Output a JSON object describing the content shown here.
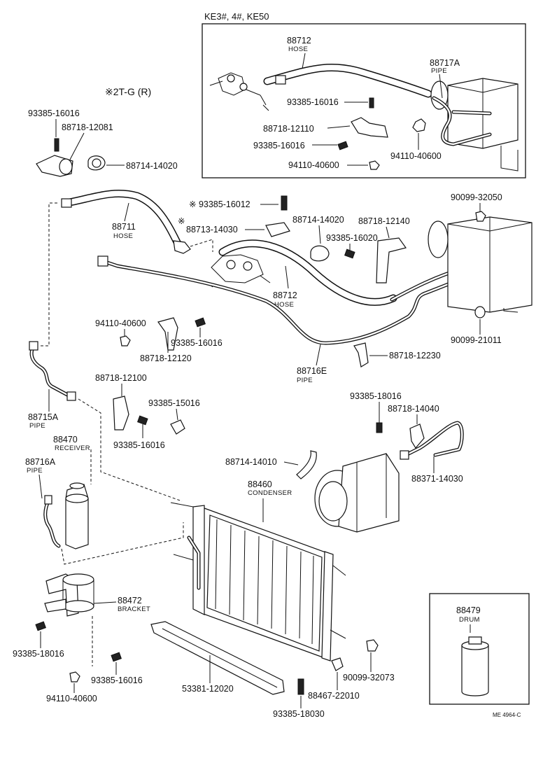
{
  "insets": {
    "ke": {
      "header": "KE3#, 4#, KE50",
      "labels": {
        "p88712_no": "88712",
        "p88712_nm": "HOSE",
        "p88717a_no": "88717A",
        "p88717a_nm": "PIPE",
        "b1": "93385-16016",
        "c1": "88718-12110",
        "b2": "93385-16016",
        "n1": "94110-40600",
        "n2": "94110-40600"
      }
    },
    "drum": {
      "no": "88479",
      "nm": "DRUM"
    }
  },
  "variant_note": "※2T-G (R)",
  "labels": {
    "l01": "93385-16016",
    "l02": "88718-12081",
    "l03": "88714-14020",
    "l04": "※ 93385-16012",
    "l05": "※",
    "l06": "88713-14030",
    "l07_no": "88711",
    "l07_nm": "HOSE",
    "l08": "88714-14020",
    "l09": "88718-12140",
    "l10": "93385-16020",
    "l11": "90099-32050",
    "l12_no": "88712",
    "l12_nm": "HOSE",
    "l13": "94110-40600",
    "l14": "93385-16016",
    "l15": "88718-12120",
    "l16": "90099-21011",
    "l17": "88718-12230",
    "l18_no": "88716E",
    "l18_nm": "PIPE",
    "l19": "88718-12100",
    "l20": "93385-15016",
    "l21": "93385-16016",
    "l22_no": "88715A",
    "l22_nm": "PIPE",
    "l23_no": "88470",
    "l23_nm": "RECEIVER",
    "l24_no": "88716A",
    "l24_nm": "PIPE",
    "l25": "93385-18016",
    "l26": "88718-14040",
    "l27": "88714-14010",
    "l28": "88371-14030",
    "l29_no": "88460",
    "l29_nm": "CONDENSER",
    "l30_no": "88472",
    "l30_nm": "BRACKET",
    "l31": "93385-18016",
    "l32": "93385-16016",
    "l33": "94110-40600",
    "l34": "53381-12020",
    "l35": "93385-18030",
    "l36": "88467-22010",
    "l37": "90099-32073"
  },
  "ref_code": "ME 4964-C"
}
